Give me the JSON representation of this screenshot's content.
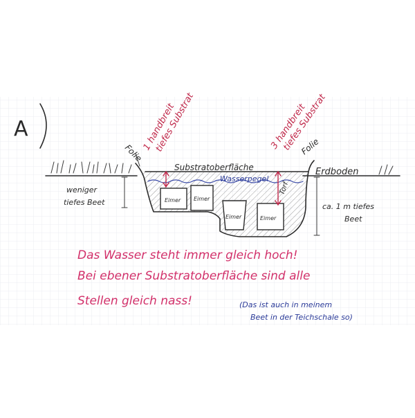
{
  "diagram": {
    "section_label": "A",
    "labels": {
      "folie_left": "Folie",
      "folie_right": "Folie",
      "annotation_left_line1": "1 handbreit",
      "annotation_left_line2": "tiefes Substrat",
      "annotation_right_line1": "3 handbreit",
      "annotation_right_line2": "tiefes Substrat",
      "substrate_surface": "Substratoberfläche",
      "water_level": "Wasserpegel",
      "ground": "Erdboden",
      "torf": "Torf",
      "shallow_bed_line1": "weniger",
      "shallow_bed_line2": "tiefes Beet",
      "deep_bed_line1": "ca. 1 m tiefes",
      "deep_bed_line2": "Beet",
      "bucket_1": "Eimer",
      "bucket_2": "Eimer",
      "bucket_3": "Eimer",
      "bucket_4": "Eimer"
    },
    "notes": {
      "line1": "Das Wasser steht immer gleich hoch!",
      "line2": "Bei ebener Substratoberfläche sind alle",
      "line3": "Stellen gleich nass!",
      "aside_line1": "(Das ist auch in meinem",
      "aside_line2": "Beet in der Teichschale so)"
    },
    "colors": {
      "ink": "#2a2a2a",
      "annotation_red": "#c0284a",
      "water_blue": "#3a4aa8",
      "note_pink": "#d2306a",
      "grid": "#e6e9ef"
    }
  }
}
